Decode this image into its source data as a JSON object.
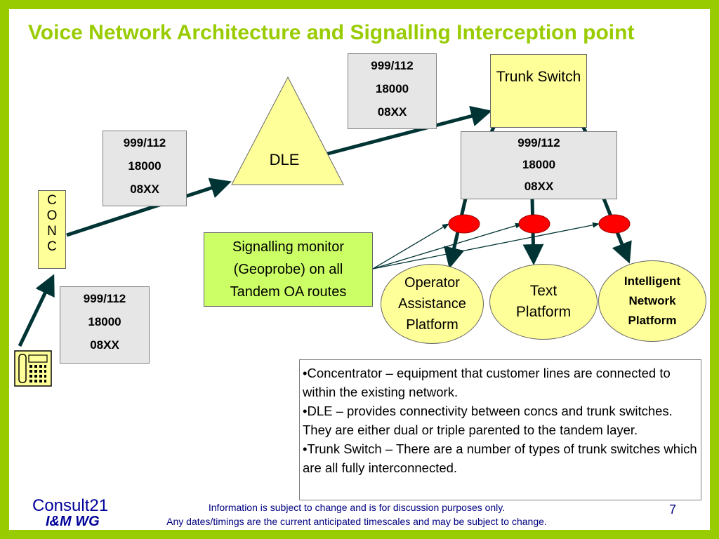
{
  "title": "Voice Network Architecture and Signalling Interception point",
  "code_boxes": [
    {
      "lines": [
        "999/112",
        "18000",
        "08XX"
      ]
    },
    {
      "lines": [
        "999/112",
        "18000",
        "08XX"
      ]
    },
    {
      "lines": [
        "999/112",
        "18000",
        "08XX"
      ]
    },
    {
      "lines": [
        "999/112",
        "18000",
        "08XX"
      ]
    }
  ],
  "nodes": {
    "conc_letters": [
      "C",
      "O",
      "N",
      "C"
    ],
    "dle": "DLE",
    "trunk_switch": "Trunk Switch",
    "signalling_monitor": [
      "Signalling monitor",
      "(Geoprobe) on all",
      "Tandem OA routes"
    ],
    "operator_assistance": [
      "Operator",
      "Assistance",
      "Platform"
    ],
    "text_platform": [
      "Text",
      "Platform"
    ],
    "intelligent_network": [
      "Intelligent",
      "Network",
      "Platform"
    ]
  },
  "notes": [
    "•Concentrator – equipment that customer lines are connected to within the existing network.",
    "•DLE – provides connectivity between concs and trunk switches.  They are either dual or triple parented to the tandem layer.",
    "•Trunk Switch – There are a number of types of trunk switches which are all fully interconnected."
  ],
  "footer": {
    "brand": "Consult21",
    "group": "I&M WG",
    "disclaimer_1": "Information is subject to change and is for discussion purposes only.",
    "disclaimer_2": "Any dates/timings are the current anticipated timescales and may be subject to change.",
    "page_number": "7"
  },
  "icon": "telephone-icon",
  "colors": {
    "frame": "#99cc00",
    "title": "#99cc00",
    "node_fill": "#ffff99",
    "monitor_fill": "#ccff66",
    "link": "#003333",
    "tap": "#ff0000",
    "footer_text": "#000099"
  }
}
